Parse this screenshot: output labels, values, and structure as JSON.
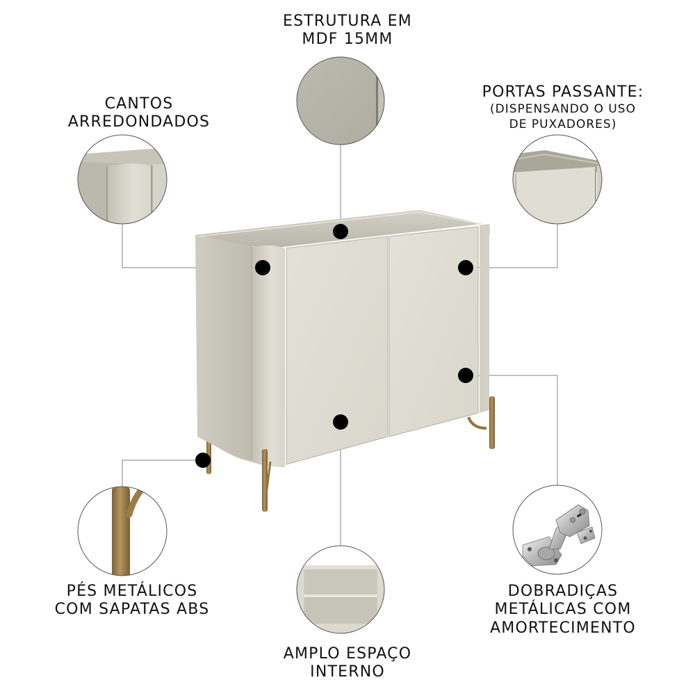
{
  "infographic": {
    "subject": "two-door sideboard cabinet",
    "colors": {
      "background": "#ffffff",
      "cabinet_body": "#dedbd1",
      "cabinet_shadow": "#bdb9ad",
      "cabinet_top": "#c9c6bb",
      "legs_gold": "#9c7c4a",
      "marker": "#000000",
      "connector_line": "#9a9a9a",
      "text": "#111111"
    },
    "callouts": [
      {
        "id": "estrutura",
        "lines": [
          "ESTRUTURA EM",
          "MDF 15MM"
        ],
        "detail_image": "mdf-panel-closeup"
      },
      {
        "id": "cantos",
        "lines": [
          "CANTOS",
          "ARREDONDADOS"
        ],
        "detail_image": "rounded-corner-closeup"
      },
      {
        "id": "portas",
        "lines": [
          "PORTAS PASSANTE:"
        ],
        "sub_lines": [
          "(DISPENSANDO O USO",
          "DE PUXADORES)"
        ],
        "detail_image": "push-door-top-edge-closeup"
      },
      {
        "id": "pes",
        "lines": [
          "PÉS METÁLICOS",
          "COM SAPATAS ABS"
        ],
        "detail_image": "gold-metal-leg-closeup"
      },
      {
        "id": "amplo",
        "lines": [
          "AMPLO ESPAÇO",
          "INTERNO"
        ],
        "detail_image": "interior-shelf-closeup"
      },
      {
        "id": "dobradicas",
        "lines": [
          "DOBRADIÇAS",
          "METÁLICAS COM",
          "AMORTECIMENTO"
        ],
        "detail_image": "soft-close-hinge-closeup"
      }
    ]
  }
}
